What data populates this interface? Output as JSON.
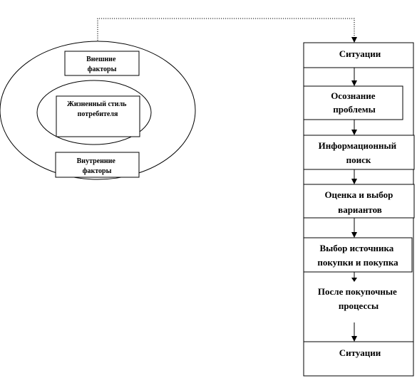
{
  "left": {
    "external_factors": [
      "Внешние",
      "факторы"
    ],
    "lifestyle": [
      "Жизненный стиль",
      "потребителя"
    ],
    "internal_factors": [
      "Внутренние",
      "факторы"
    ]
  },
  "steps": [
    [
      "Ситуации"
    ],
    [
      "Осознание",
      "проблемы"
    ],
    [
      "Информационный",
      "поиск"
    ],
    [
      "Оценка и выбор",
      "вариантов"
    ],
    [
      "Выбор источника",
      "покупки и покупка"
    ],
    [
      "После покупочные",
      "процессы"
    ],
    [
      "Ситуации"
    ]
  ]
}
